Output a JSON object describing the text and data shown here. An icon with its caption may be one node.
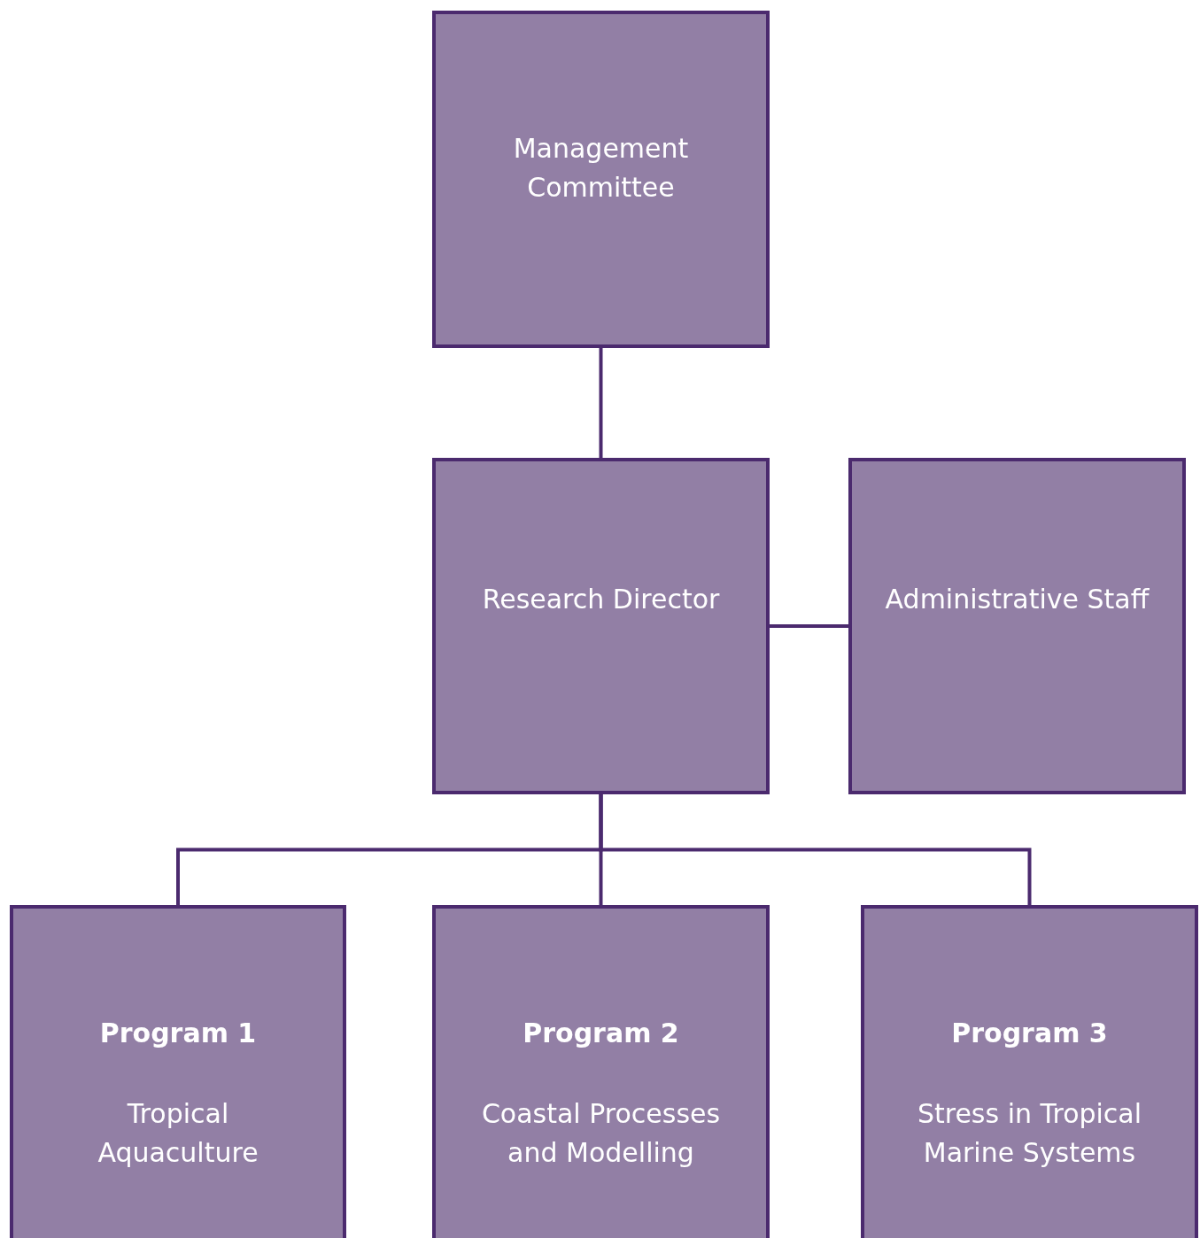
{
  "diagram": {
    "nodes": [
      {
        "text": [
          "Management Committee"
        ]
      },
      {
        "text": [
          "Research Director"
        ]
      },
      {
        "text": [
          "Administrative Staff"
        ]
      },
      {
        "text": [
          "Program 1",
          "Tropical Aquaculture"
        ]
      },
      {
        "text": [
          "Program 2",
          "Coastal Processes and Modelling"
        ]
      },
      {
        "text": [
          "Program 3",
          "Stress in Tropical Marine Systems"
        ]
      }
    ],
    "edges": [
      {
        "from": 0,
        "to": 1,
        "arrow": "none"
      },
      {
        "from": 1,
        "to": 2,
        "arrow": "none"
      },
      {
        "from": 1,
        "to": 3,
        "arrow": "none"
      },
      {
        "from": 1,
        "to": 4,
        "arrow": "none"
      },
      {
        "from": 1,
        "to": 5,
        "arrow": "none"
      }
    ]
  }
}
